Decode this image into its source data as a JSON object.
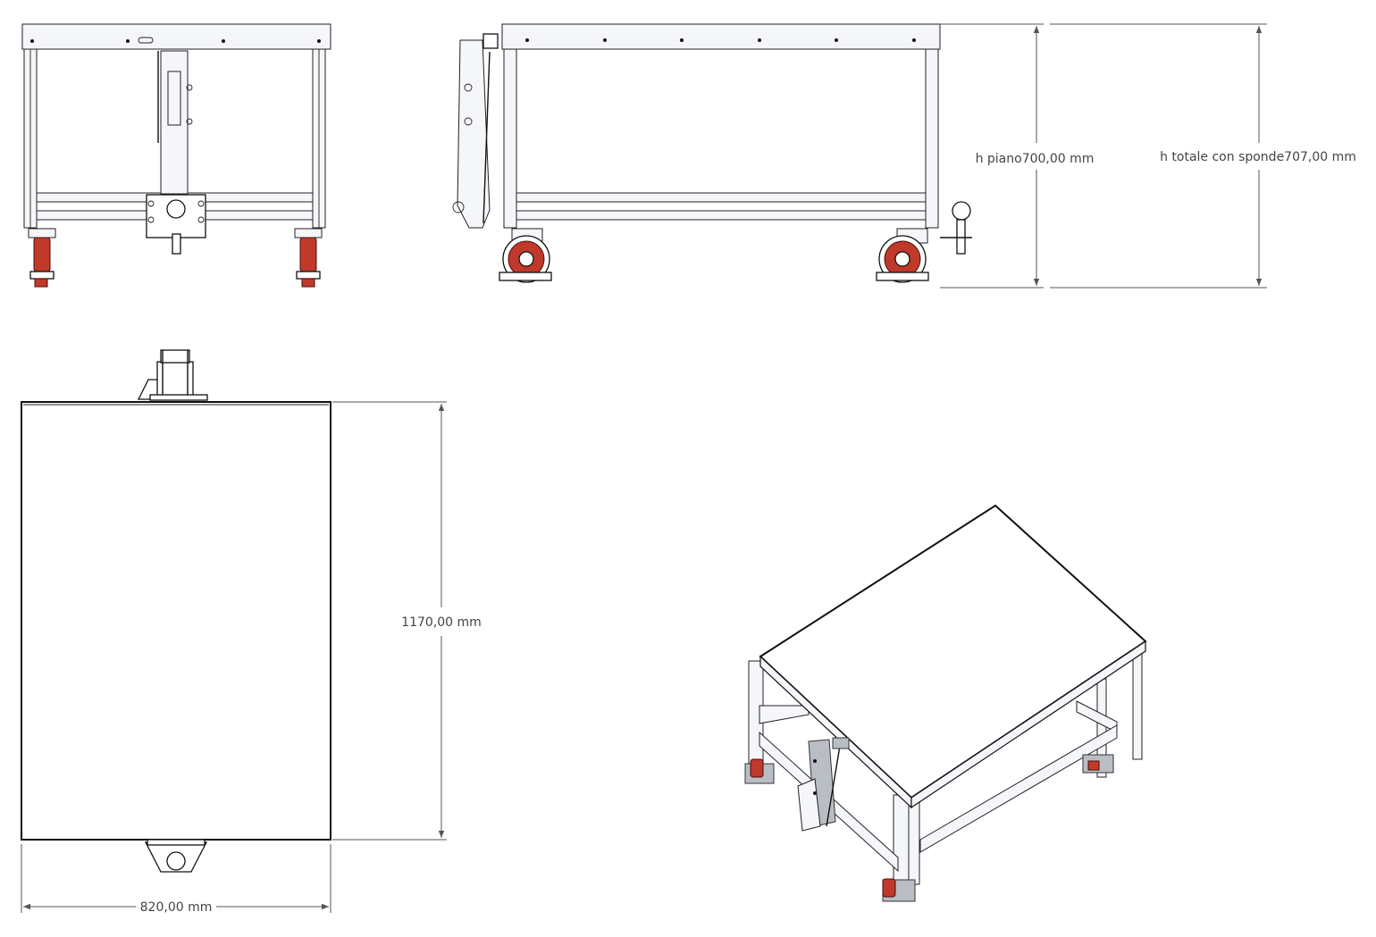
{
  "dimensions": {
    "h_piano": "h piano700,00 mm",
    "h_totale": "h totale con sponde707,00 mm",
    "length": "1170,00 mm",
    "width": "820,00 mm"
  },
  "colors": {
    "line": "#111111",
    "wheel": "#c0392b",
    "frame": "#f4f6fa",
    "dimension": "#555555"
  }
}
